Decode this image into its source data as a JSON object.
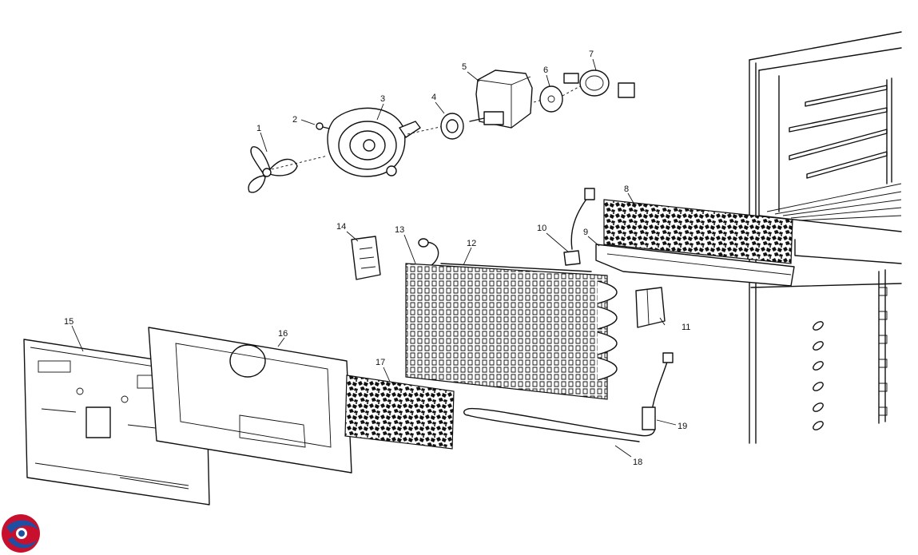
{
  "diagram": {
    "type": "exploded-parts-view",
    "callouts": [
      {
        "id": "1",
        "label": "1"
      },
      {
        "id": "2",
        "label": "2"
      },
      {
        "id": "3",
        "label": "3"
      },
      {
        "id": "4",
        "label": "4"
      },
      {
        "id": "5",
        "label": "5"
      },
      {
        "id": "6",
        "label": "6"
      },
      {
        "id": "7",
        "label": "7"
      },
      {
        "id": "8",
        "label": "8"
      },
      {
        "id": "9",
        "label": "9"
      },
      {
        "id": "10",
        "label": "10"
      },
      {
        "id": "11",
        "label": "11"
      },
      {
        "id": "12",
        "label": "12"
      },
      {
        "id": "13",
        "label": "13"
      },
      {
        "id": "14",
        "label": "14"
      },
      {
        "id": "15",
        "label": "15"
      },
      {
        "id": "16",
        "label": "16"
      },
      {
        "id": "17",
        "label": "17"
      },
      {
        "id": "18",
        "label": "18"
      },
      {
        "id": "19",
        "label": "19"
      }
    ],
    "brand_logo": {
      "icon": "swirl-logo-icon",
      "colors": [
        "#c8102e",
        "#1f4fa3"
      ]
    }
  }
}
